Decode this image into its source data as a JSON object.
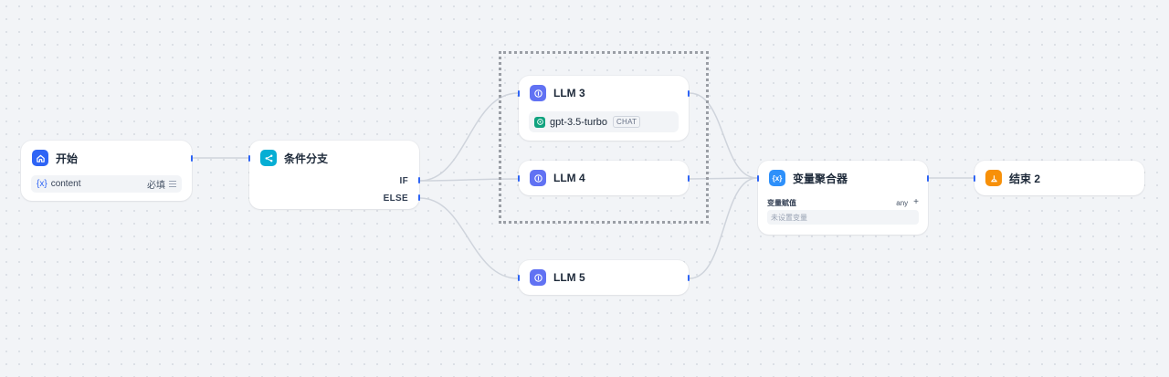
{
  "colors": {
    "canvas_bg": "#f2f4f7",
    "edge": "#cfd4dc",
    "handle": "#2e64f5",
    "start_icon": "#2e64f5",
    "if_else_icon": "#06aed4",
    "llm_icon": "#6172f3",
    "aggregator_icon": "#2e90fa",
    "end_icon": "#f79009"
  },
  "nodes": {
    "start": {
      "title": "开始",
      "icon": "home-icon",
      "variable": {
        "symbol": "{x}",
        "name": "content",
        "required": "必填"
      }
    },
    "if_else": {
      "title": "条件分支",
      "icon": "branch-icon",
      "branches": {
        "if_label": "IF",
        "else_label": "ELSE"
      }
    },
    "llm3": {
      "title": "LLM 3",
      "icon": "llm-icon",
      "model": {
        "icon": "openai-icon",
        "name": "gpt-3.5-turbo",
        "mode": "CHAT"
      }
    },
    "llm4": {
      "title": "LLM 4",
      "icon": "llm-icon"
    },
    "llm5": {
      "title": "LLM 5",
      "icon": "llm-icon"
    },
    "aggregator": {
      "title": "变量聚合器",
      "icon": "variable-icon",
      "assign_label": "变量赋值",
      "type": "any",
      "add": "+",
      "empty_text": "未设置变量"
    },
    "end": {
      "title": "结束 2",
      "icon": "end-icon"
    }
  }
}
